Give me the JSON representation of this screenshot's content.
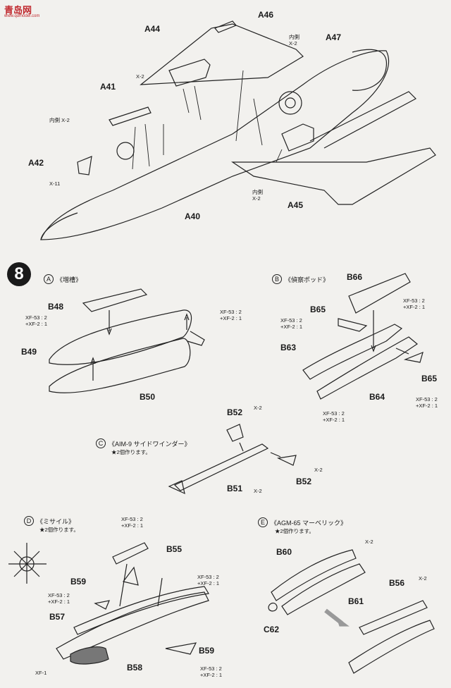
{
  "watermark": {
    "site": "青岛网",
    "sub": "www.qdmodel.com"
  },
  "step_number": "8",
  "top_labels": {
    "A44": "A44",
    "A46": "A46",
    "A47": "A47",
    "A41": "A41",
    "A42": "A42",
    "A40": "A40",
    "A45": "A45",
    "inner_x2_a": "内側\nX-2",
    "x2_a44": "X-2",
    "inner_x2_a41": "内側  X-2",
    "x11": "X-11",
    "inner_x2_a45": "内側\nX-2"
  },
  "sections": {
    "A": {
      "letter": "A",
      "title": "《増槽》"
    },
    "B": {
      "letter": "B",
      "title": "《偵察ポッド》"
    },
    "C": {
      "letter": "C",
      "title": "《AIM-9 サイドワインダー》",
      "note": "★2個作ります。"
    },
    "D": {
      "letter": "D",
      "title": "《ミサイル》",
      "note": "★2個作ります。"
    },
    "E": {
      "letter": "E",
      "title": "《AGM-65 マーベリック》",
      "note": "★2個作ります。"
    }
  },
  "parts": {
    "B48": "B48",
    "B49": "B49",
    "B50": "B50",
    "B66": "B66",
    "B65a": "B65",
    "B63": "B63",
    "B64": "B64",
    "B65b": "B65",
    "B52a": "B52",
    "B51": "B51",
    "B52b": "B52",
    "B55": "B55",
    "B59a": "B59",
    "B57": "B57",
    "B58": "B58",
    "B59b": "B59",
    "B60": "B60",
    "B61": "B61",
    "C62": "C62",
    "B56": "B56"
  },
  "screws": {
    "xf53_2_xf2_1": "XF-53 : 2\n+XF-2 : 1",
    "x2": "X-2",
    "xf1": "XF-1"
  }
}
